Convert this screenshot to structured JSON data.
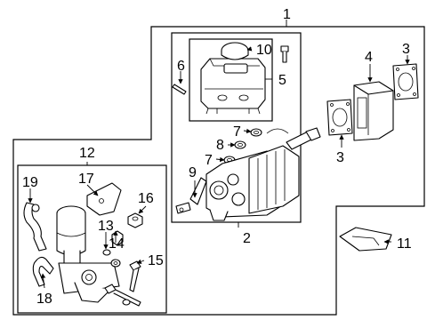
{
  "callouts": {
    "c1": "1",
    "c2": "2",
    "c3a": "3",
    "c3b": "3",
    "c4": "4",
    "c5": "5",
    "c6": "6",
    "c7a": "7",
    "c7b": "7",
    "c8": "8",
    "c9": "9",
    "c10": "10",
    "c11": "11",
    "c12": "12",
    "c13": "13",
    "c14": "14",
    "c15": "15",
    "c16": "16",
    "c17": "17",
    "c18": "18",
    "c19": "19"
  }
}
